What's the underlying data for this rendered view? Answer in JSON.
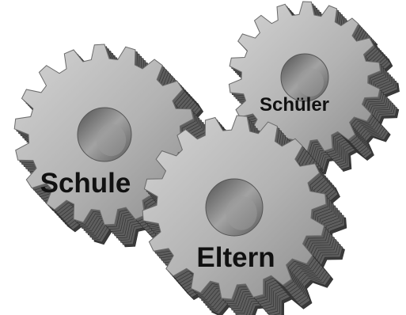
{
  "gears": [
    {
      "id": "schule",
      "label": "Schule",
      "teeth": 18
    },
    {
      "id": "schueler",
      "label": "Schüler",
      "teeth": 18
    },
    {
      "id": "eltern",
      "label": "Eltern",
      "teeth": 18
    }
  ],
  "colors": {
    "background": "#ffffff",
    "gear_face_light": "#c9c9c9",
    "gear_face_dark": "#8e8e8e",
    "gear_side": "#5e5e5e",
    "gear_side_dark": "#3a3a3a",
    "hole_light": "#9a9a9a",
    "hole_dark": "#4a4a4a",
    "label": "#111111"
  }
}
